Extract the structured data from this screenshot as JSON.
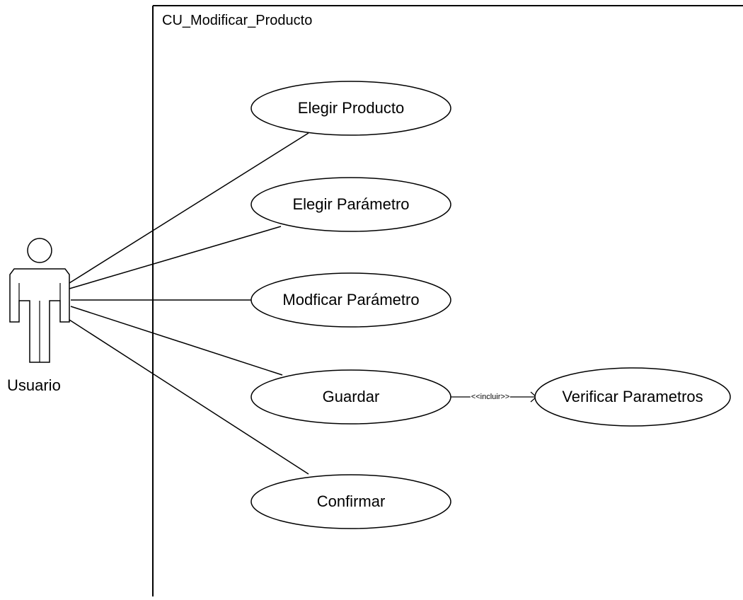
{
  "system": {
    "title": "CU_Modificar_Producto"
  },
  "actor": {
    "label": "Usuario"
  },
  "use_cases": {
    "elegir_producto": "Elegir Producto",
    "elegir_parametro": "Elegir Parámetro",
    "modificar_parametro": "Modficar Parámetro",
    "guardar": "Guardar",
    "confirmar": "Confirmar",
    "verificar_parametros": "Verificar Parametros"
  },
  "relations": {
    "include_label": "<<incluir>>"
  },
  "colors": {
    "stroke": "#000000",
    "fill": "#ffffff"
  }
}
